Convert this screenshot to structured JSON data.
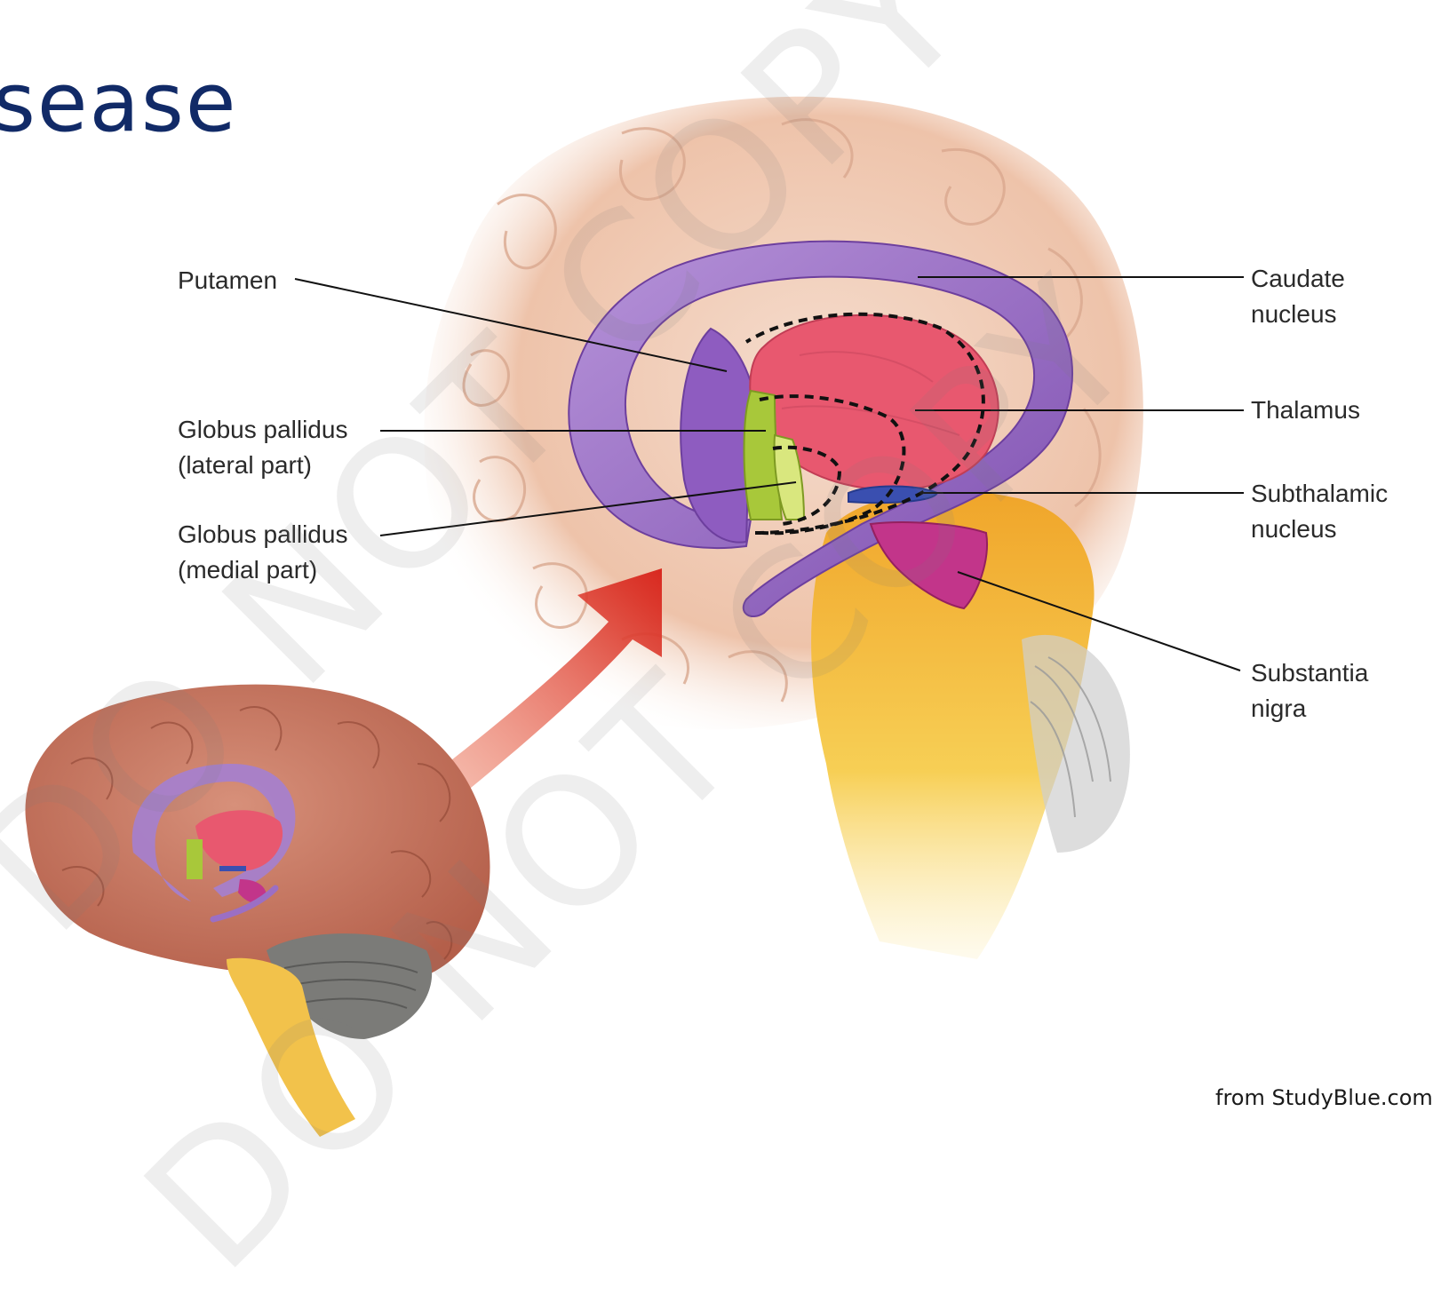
{
  "slide": {
    "title": "sease",
    "credit": "from StudyBlue.com"
  },
  "labels": {
    "putamen": "Putamen",
    "gp_lateral": [
      "Globus pallidus",
      "(lateral part)"
    ],
    "gp_medial": [
      "Globus pallidus",
      "(medial part)"
    ],
    "caudate": [
      "Caudate",
      "nucleus"
    ],
    "thalamus": "Thalamus",
    "subthalamic": [
      "Subthalamic",
      "nucleus"
    ],
    "substantia": [
      "Substantia",
      "nigra"
    ]
  },
  "watermarks": [
    "DO NOT COPY",
    "DO NOT COPY"
  ],
  "colors": {
    "title": "#112a67",
    "caudate": "#9b6fc4",
    "thalamus": "#e5546f",
    "globus_pallidus": "#a8c83a",
    "subthalamic": "#3a4fb0",
    "substantia_nigra": "#c2358a",
    "brainstem": "#f2b431",
    "cortex": "#f0c9b2",
    "arrow": "#e0502f"
  }
}
